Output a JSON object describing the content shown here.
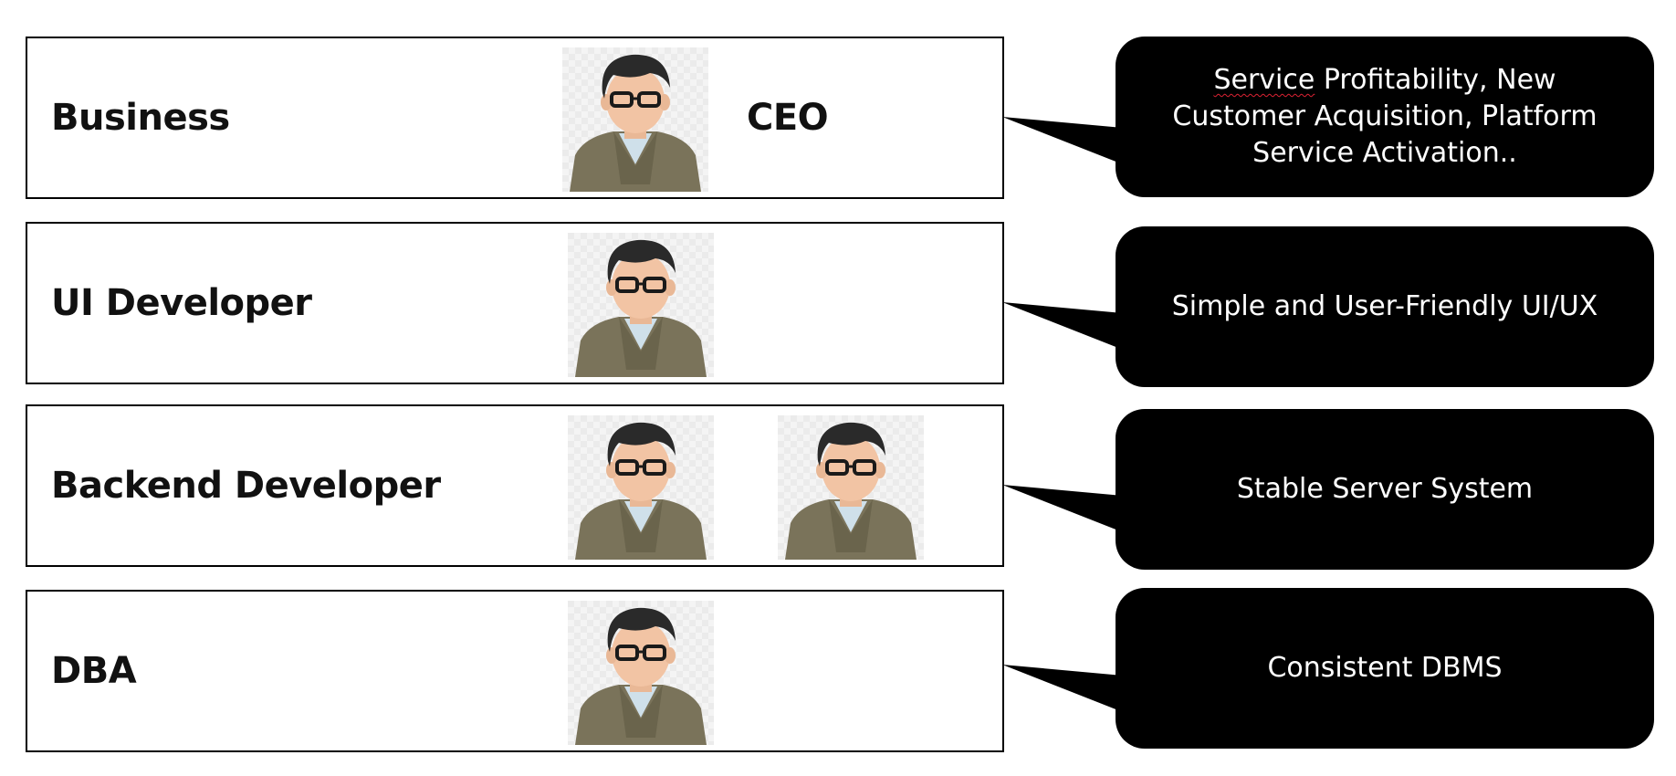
{
  "rows": [
    {
      "label": "Business",
      "title": "CEO",
      "people": 1,
      "bubble_pre": "",
      "bubble_squiggle": "Service",
      "bubble_post": " Profitability, New Customer Acquisition, Platform Service Activation.."
    },
    {
      "label": "UI Developer",
      "title": "",
      "people": 1,
      "bubble": "Simple and User-Friendly UI/UX"
    },
    {
      "label": "Backend Developer",
      "title": "",
      "people": 2,
      "bubble": "Stable Server System"
    },
    {
      "label": "DBA",
      "title": "",
      "people": 1,
      "bubble": "Consistent DBMS"
    }
  ],
  "icons": {
    "person": "person-avatar-icon"
  },
  "colors": {
    "bubble": "#000000",
    "box_border": "#000000",
    "jacket": "#7a735a",
    "skin": "#f2c4a4",
    "hair": "#2a2a2a",
    "shirt": "#cfe0ea"
  }
}
